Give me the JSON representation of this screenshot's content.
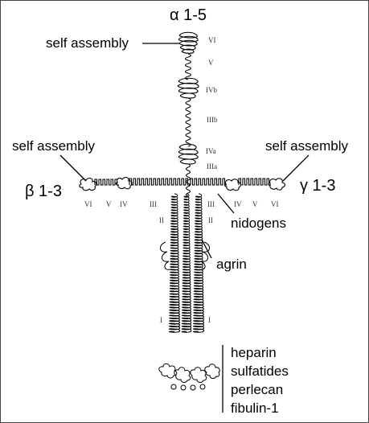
{
  "labels": {
    "alpha_chain": "α 1-5",
    "beta_chain": "β 1-3",
    "gamma_chain": "γ 1-3",
    "self_assembly_top": "self assembly",
    "self_assembly_left": "self assembly",
    "self_assembly_right": "self assembly",
    "nidogens": "nidogens",
    "agrin": "agrin"
  },
  "ligands": [
    "heparin",
    "sulfatides",
    "perlecan",
    "fibulin-1"
  ],
  "domains": {
    "alpha": [
      "VI",
      "V",
      "IVb",
      "IIIb",
      "IVa",
      "IIIa"
    ],
    "beta": [
      "VI",
      "V",
      "IV",
      "III",
      "II",
      "I"
    ],
    "gamma": [
      "III",
      "IV",
      "V",
      "VI",
      "II",
      "I"
    ]
  },
  "colors": {
    "line": "#000000",
    "frame": "#444444"
  }
}
